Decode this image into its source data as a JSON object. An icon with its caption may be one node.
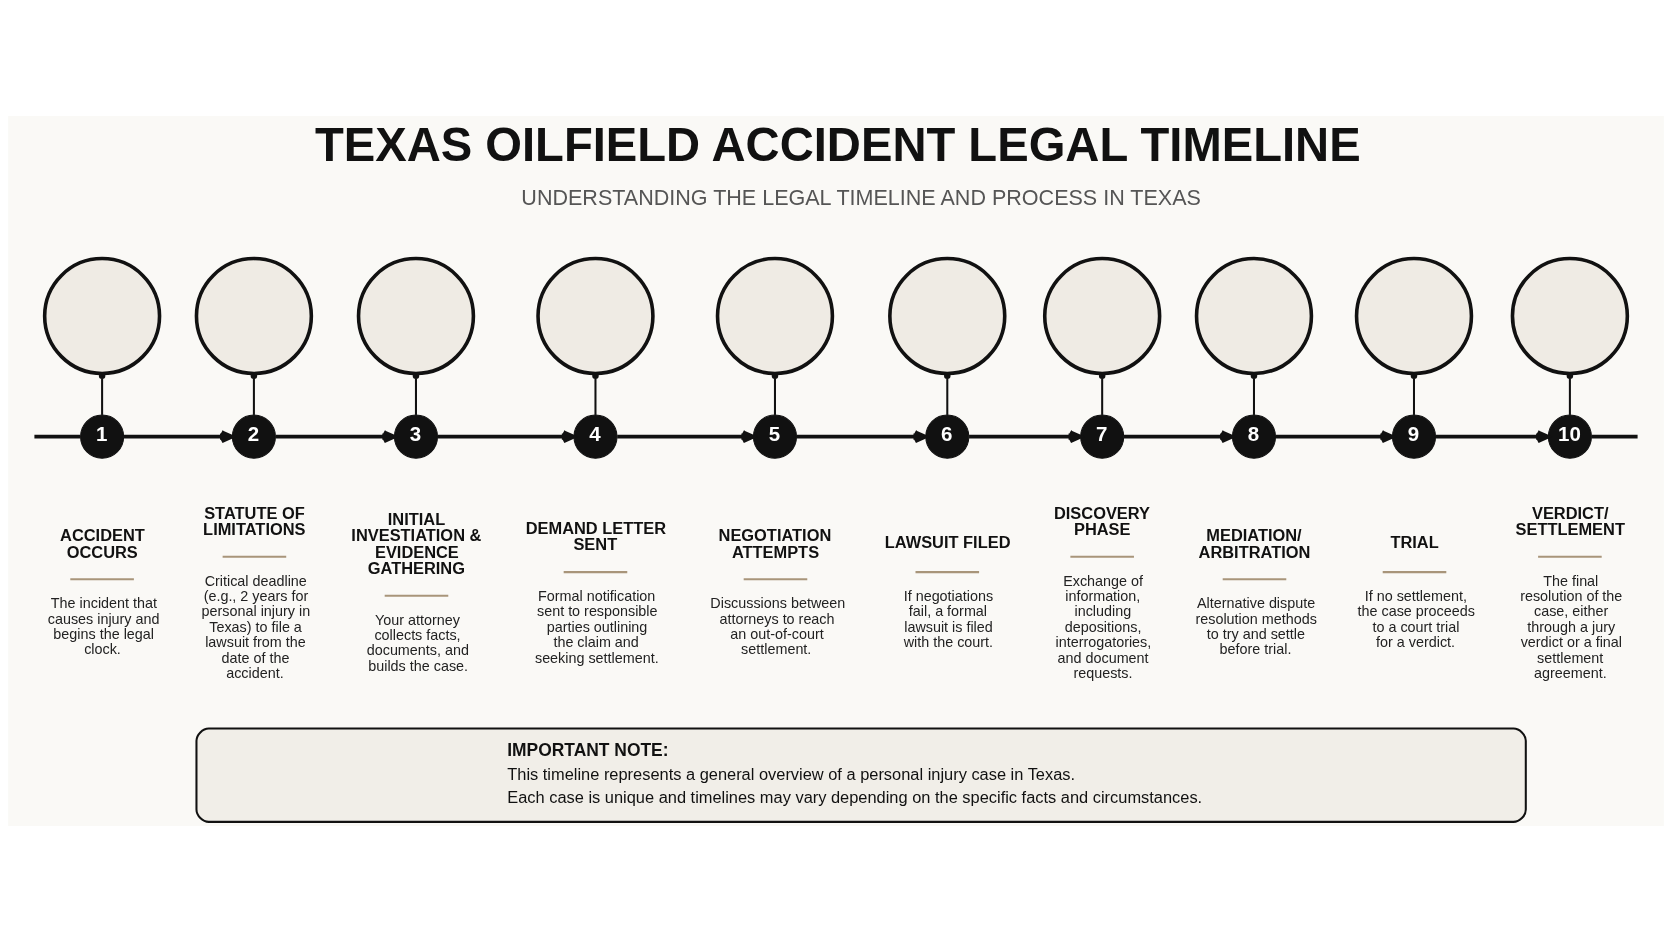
{
  "diagram": {
    "title": "TEXAS OILFIELD ACCIDENT LEGAL TIMELINE",
    "nodes": [
      {
        "text": [],
        "shape": "circle"
      },
      {
        "text": [
          "1"
        ],
        "beside": [
          "ACCIDENT OCCURS",
          "The incident that causes injury and begins the legal clock."
        ]
      },
      {
        "text": [],
        "shape": "circle"
      },
      {
        "text": [
          "2"
        ],
        "beside": [
          "STATUTE OF LIMITATIONS",
          "Critical deadline (e.g., 2 years for personal injury in Texas) to file a lawsuit from the date of the accident."
        ]
      },
      {
        "text": [],
        "shape": "circle"
      },
      {
        "text": [
          "3"
        ],
        "beside": [
          "INITIAL INVESTIATION & EVIDENCE GATHERING",
          "Your attorney collects facts, documents, and builds the case."
        ]
      },
      {
        "text": [],
        "shape": "circle"
      },
      {
        "text": [
          "4"
        ],
        "beside": [
          "DEMAND LETTER SENT",
          "Formal notification sent to responsible parties outlining the claim and seeking settlement."
        ]
      },
      {
        "text": [],
        "shape": "circle"
      },
      {
        "text": [
          "5"
        ],
        "beside": [
          "NEGOTIATION ATTEMPTS",
          "Discussions between attorneys to reach an out-of-court settlement."
        ]
      },
      {
        "text": [],
        "shape": "circle"
      },
      {
        "text": [
          "6"
        ],
        "beside": [
          "LAWSUIT FILED",
          "If negotiations fail, a formal lawsuit is filed with the court."
        ]
      },
      {
        "text": [],
        "shape": "circle"
      },
      {
        "text": [
          "7"
        ],
        "beside": [
          "DISCOVERY PHASE",
          "Exchange of information, including depositions, interrogatories, and document requests."
        ]
      },
      {
        "text": [],
        "shape": "circle"
      },
      {
        "text": [
          "8"
        ],
        "beside": [
          "MEDIATION/ ARBITRATION",
          "Alternative dispute resolution methods to try and settle before trial."
        ]
      },
      {
        "text": [],
        "shape": "circle"
      },
      {
        "text": [
          "9"
        ],
        "beside": [
          "TRIAL",
          "If no settlement, the case proceeds to a court trial for a verdict."
        ]
      },
      {
        "text": [],
        "shape": "circle"
      },
      {
        "text": [
          "10"
        ],
        "beside": [
          "VERDICT/ SETTLEMENT",
          "The final resolution of the case, either through a jury verdict or a final settlement agreement."
        ]
      },
      {
        "text": [
          "IMPORTANT NOTE:",
          "This timeline represents a general overview of a personal injury case in Texas.",
          "Each case is unique and timelines may vary depending on the specific facts and circumstances."
        ]
      }
    ],
    "edges": [
      {
        "from": null,
        "to": 1,
        "arrow": "none"
      },
      {
        "from": 1,
        "to": 3,
        "arrow": "to"
      },
      {
        "from": 3,
        "to": 5,
        "arrow": "to"
      },
      {
        "from": 5,
        "to": 7,
        "arrow": "to"
      },
      {
        "from": 7,
        "to": 9,
        "arrow": "to"
      },
      {
        "from": 9,
        "to": 11,
        "arrow": "to"
      },
      {
        "from": 11,
        "to": 13,
        "arrow": "to"
      },
      {
        "from": 13,
        "to": 15,
        "arrow": "to"
      },
      {
        "from": 15,
        "to": 17,
        "arrow": "to"
      },
      {
        "from": 17,
        "to": 19,
        "arrow": "to"
      },
      {
        "from": 19,
        "to": null,
        "arrow": "none"
      },
      {
        "from": 0,
        "to": 1,
        "arrow": "other"
      },
      {
        "from": 2,
        "to": 3,
        "arrow": "other"
      },
      {
        "from": 4,
        "to": 5,
        "arrow": "other"
      },
      {
        "from": 6,
        "to": 7,
        "arrow": "other"
      },
      {
        "from": 8,
        "to": 9,
        "arrow": "other"
      },
      {
        "from": 10,
        "to": 11,
        "arrow": "other"
      },
      {
        "from": 12,
        "to": 13,
        "arrow": "other"
      },
      {
        "from": 14,
        "to": 15,
        "arrow": "other"
      },
      {
        "from": 16,
        "to": 17,
        "arrow": "other"
      },
      {
        "from": 18,
        "to": 19,
        "arrow": "other"
      }
    ],
    "labels": [
      "UNDERSTANDING THE LEGAL TIMELINE AND PROCESS IN TEXAS"
    ]
  }
}
